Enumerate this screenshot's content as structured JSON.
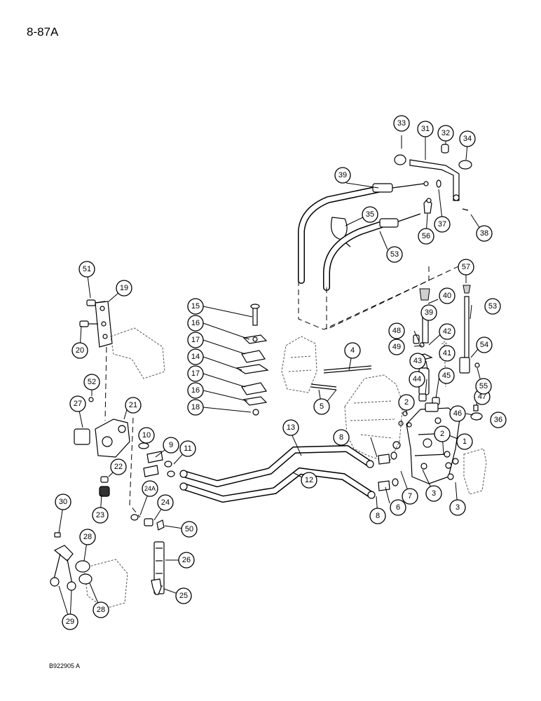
{
  "page_label": "8-87A",
  "footer_code": "B922905 A",
  "callouts": [
    "1",
    "2",
    "2",
    "3",
    "3",
    "4",
    "5",
    "6",
    "7",
    "8",
    "8",
    "9",
    "10",
    "11",
    "12",
    "13",
    "14",
    "15",
    "16",
    "16",
    "17",
    "17",
    "18",
    "19",
    "20",
    "21",
    "22",
    "23",
    "24",
    "24A",
    "25",
    "26",
    "27",
    "28",
    "28",
    "29",
    "30",
    "31",
    "32",
    "33",
    "34",
    "35",
    "36",
    "37",
    "38",
    "39",
    "39",
    "40",
    "41",
    "42",
    "43",
    "44",
    "45",
    "46",
    "47",
    "48",
    "49",
    "50",
    "51",
    "52",
    "53",
    "53",
    "54",
    "55",
    "56",
    "57"
  ]
}
